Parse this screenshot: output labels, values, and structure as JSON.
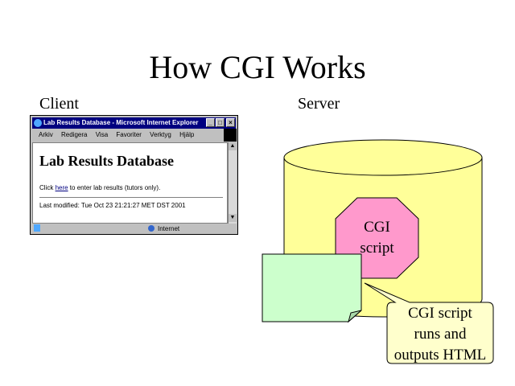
{
  "slide": {
    "title": "How CGI Works",
    "client_label": "Client",
    "server_label": "Server"
  },
  "browser": {
    "window_title": "Lab Results Database - Microsoft Internet Explorer",
    "menu": [
      "Arkiv",
      "Redigera",
      "Visa",
      "Favoriter",
      "Verktyg",
      "Hjälp"
    ],
    "page_heading": "Lab Results Database",
    "click_prefix": "Click ",
    "link_text": "here",
    "click_suffix": " to enter lab results (tutors only).",
    "last_modified": "Last modified: Tue Oct 23 21:21:27 MET DST 2001",
    "status_zone": "Internet",
    "window_buttons": [
      "_",
      "□",
      "×"
    ],
    "scroll_up": "▲",
    "scroll_down": "▼"
  },
  "server": {
    "script_label_line1": "CGI",
    "script_label_line2": "script",
    "callout_line1": "CGI script",
    "callout_line2": "runs and",
    "callout_line3": "outputs HTML"
  },
  "colors": {
    "database": "#ffff99",
    "octagon": "#ff99cc",
    "document": "#ccffcc",
    "callout": "#ffffcc",
    "titlebar": "#000080"
  }
}
